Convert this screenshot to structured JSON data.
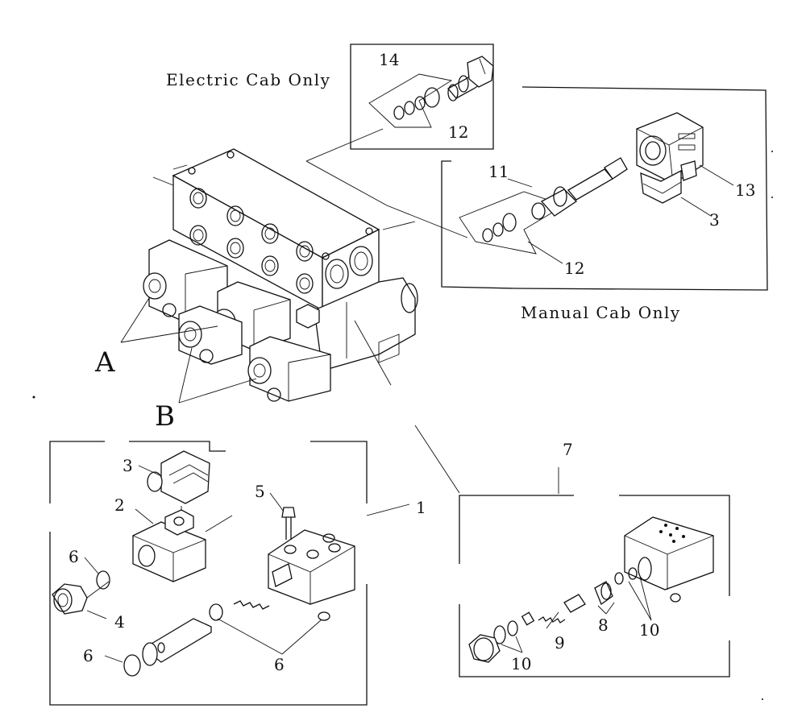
{
  "captions": {
    "electric_cab_only": "Electric Cab Only",
    "manual_cab_only": "Manual Cab Only"
  },
  "group_labels": {
    "a": "A",
    "b": "B"
  },
  "callouts": {
    "c14": "14",
    "c12_top": "12",
    "c11": "11",
    "c13": "13",
    "c3_right": "3",
    "c12_mid": "12",
    "c3_left": "3",
    "c2": "2",
    "c5": "5",
    "c1": "1",
    "c6_a": "6",
    "c4": "4",
    "c6_b": "6",
    "c6_c": "6",
    "c7": "7",
    "c9": "9",
    "c8": "8",
    "c10_a": "10",
    "c10_b": "10"
  }
}
